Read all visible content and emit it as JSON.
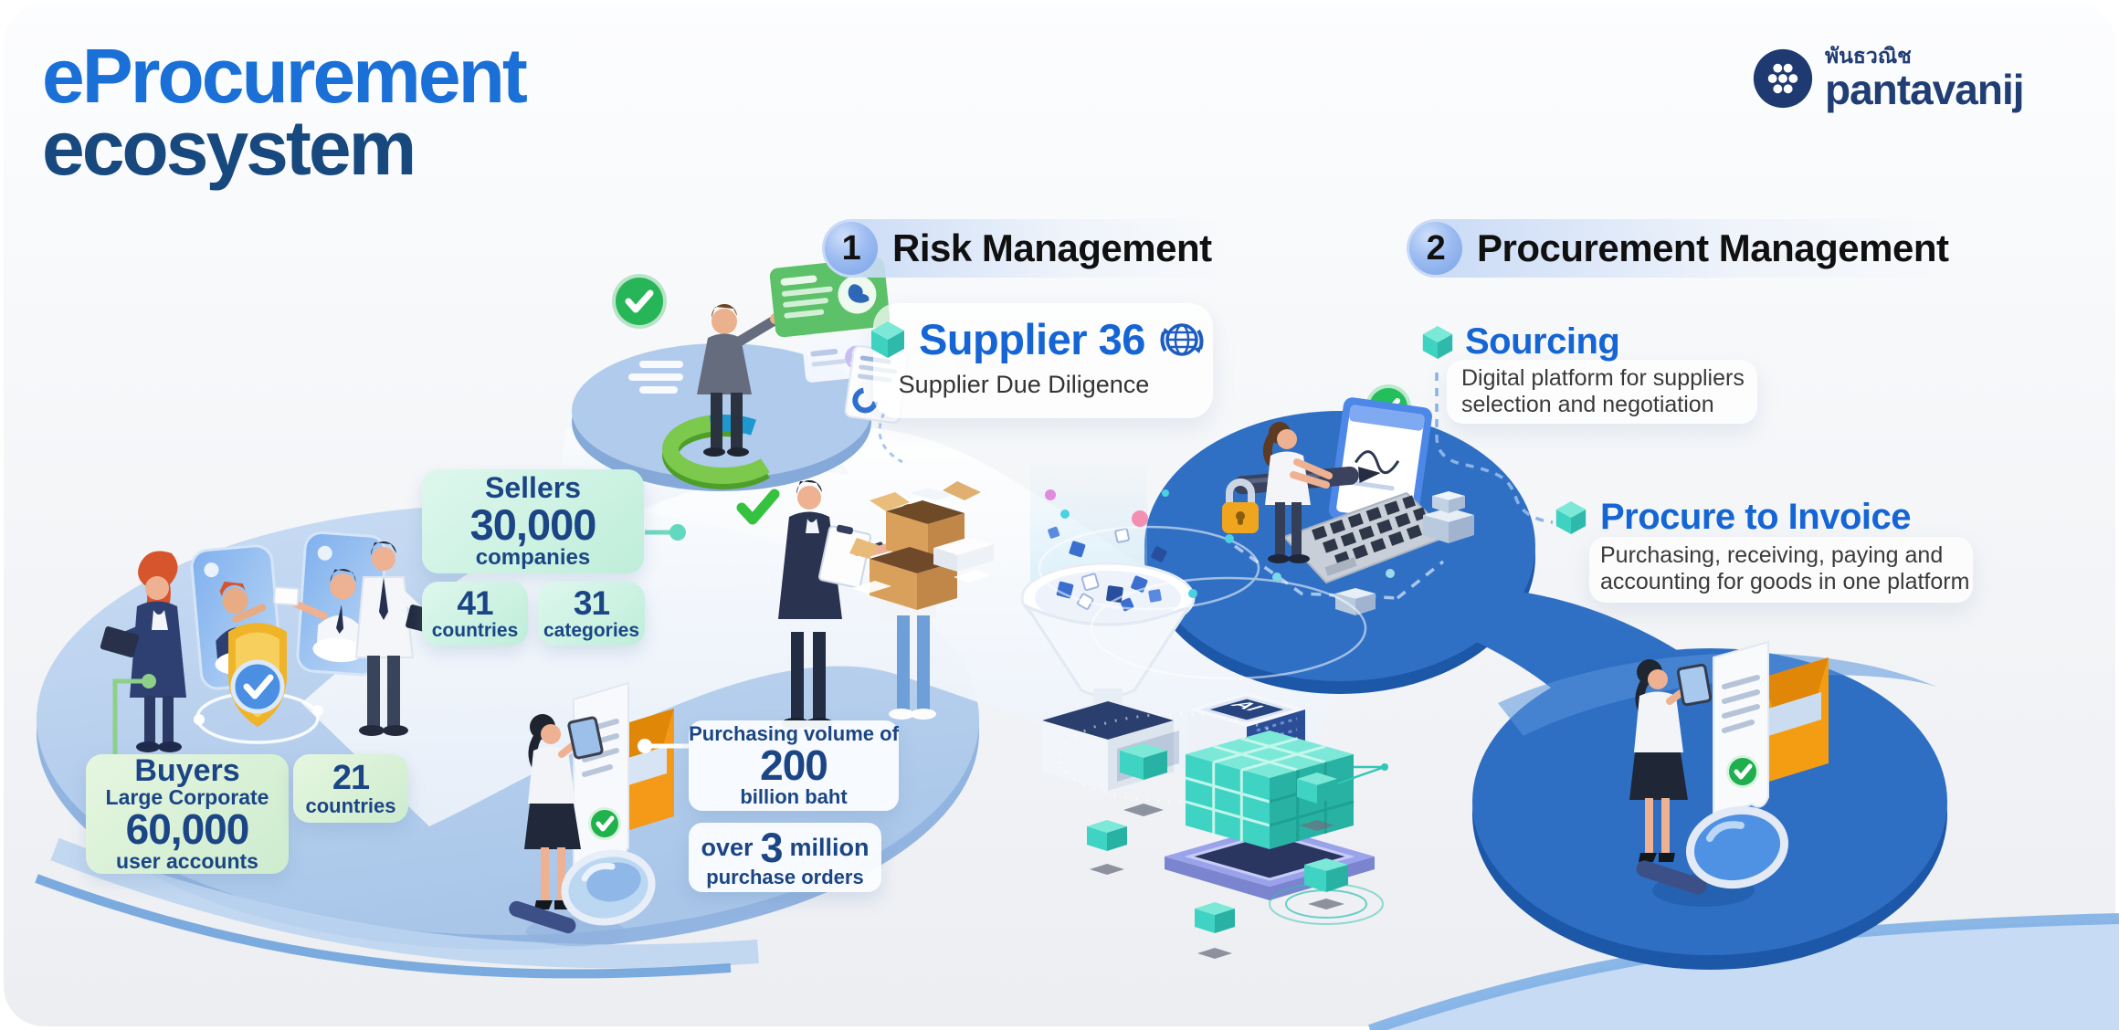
{
  "page": {
    "title_line1": "eProcurement",
    "title_line2": "ecosystem"
  },
  "logo": {
    "thai": "พันธวณิช",
    "name": "pantavanij"
  },
  "sections": {
    "risk": {
      "number": "1",
      "title": "Risk Management",
      "product": "Supplier 36",
      "subtitle": "Supplier Due Diligence"
    },
    "procurement": {
      "number": "2",
      "title": "Procurement Management",
      "sourcing": {
        "title": "Sourcing",
        "description": "Digital platform for suppliers selection and negotiation"
      },
      "procure_to_invoice": {
        "title": "Procure to Invoice",
        "description": "Purchasing, receiving, paying and accounting for goods in one platform"
      }
    }
  },
  "stats": {
    "sellers": {
      "label": "Sellers",
      "value": "30,000",
      "unit": "companies"
    },
    "seller_countries": {
      "value": "41",
      "unit": "countries"
    },
    "seller_categories": {
      "value": "31",
      "unit": "categories"
    },
    "buyers": {
      "label": "Buyers",
      "sublabel": "Large Corporate",
      "value": "60,000",
      "unit": "user accounts"
    },
    "buyer_countries": {
      "value": "21",
      "unit": "countries"
    },
    "purchasing_volume": {
      "prefix": "Purchasing volume of",
      "value": "200",
      "unit": "billion baht"
    },
    "purchase_orders": {
      "word_over": "over",
      "value": "3",
      "word_million": "million",
      "unit": "purchase orders"
    }
  },
  "scene_labels": {
    "ai_chip": "AI"
  },
  "colors": {
    "accent_blue": "#1565d4",
    "navy": "#1b4585",
    "teal": "#3ed2c0",
    "mint": "#cdf2e2",
    "platform_blue": "#2f70c5",
    "light_ellipse": "#b3cdec"
  }
}
